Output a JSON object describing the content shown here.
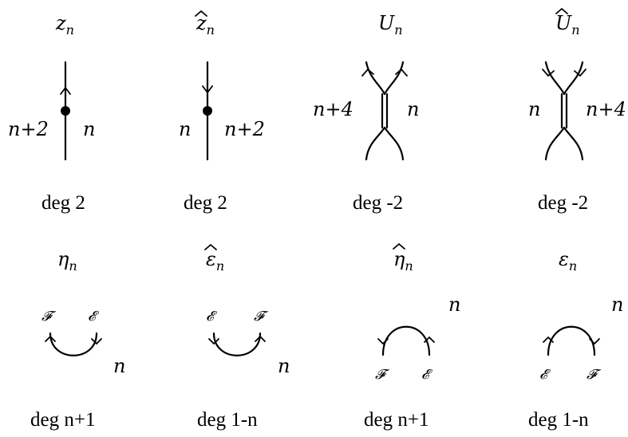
{
  "row1": [
    {
      "title_main": "z",
      "title_sub": "n",
      "hat": false,
      "left_label": "n+2",
      "right_label": "n",
      "degree": "deg 2"
    },
    {
      "title_main": "z",
      "title_sub": "n",
      "hat": true,
      "left_label": "n",
      "right_label": "n+2",
      "degree": "deg 2"
    },
    {
      "title_main": "U",
      "title_sub": "n",
      "hat": false,
      "left_label": "n+4",
      "right_label": "n",
      "degree": "deg -2"
    },
    {
      "title_main": "U",
      "title_sub": "n",
      "hat": true,
      "left_label": "n",
      "right_label": "n+4",
      "degree": "deg -2"
    }
  ],
  "row2": [
    {
      "title_main": "η",
      "title_sub": "n",
      "hat": false,
      "left_end": "𝓕",
      "right_end": "𝓔",
      "region": "n",
      "degree": "deg n+1"
    },
    {
      "title_main": "ε",
      "title_sub": "n",
      "hat": true,
      "left_end": "𝓔",
      "right_end": "𝓕",
      "region": "n",
      "degree": "deg 1-n"
    },
    {
      "title_main": "η",
      "title_sub": "n",
      "hat": true,
      "left_end": "𝓕",
      "right_end": "𝓔",
      "region": "n",
      "degree": "deg n+1"
    },
    {
      "title_main": "ε",
      "title_sub": "n",
      "hat": false,
      "left_end": "𝓔",
      "right_end": "𝓕",
      "region": "n",
      "degree": "deg 1-n"
    }
  ]
}
